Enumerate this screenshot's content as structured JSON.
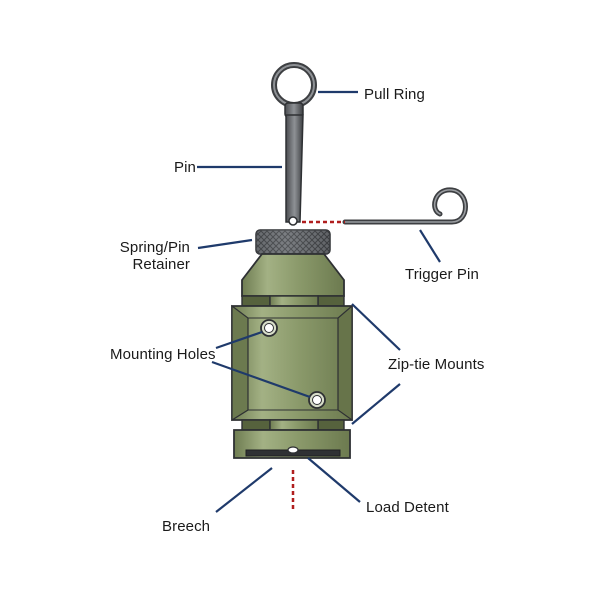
{
  "diagram": {
    "colors": {
      "body": "#8b9a6b",
      "body_shadow": "#6f7d52",
      "body_highlight": "#a9b78a",
      "metal": "#6b6e72",
      "metal_dark": "#3d3f42",
      "leader": "#1f3a6b",
      "dashed": "#b01e1e"
    },
    "labels": {
      "pull_ring": "Pull Ring",
      "pin": "Pin",
      "spring_pin_retainer_line1": "Spring/Pin",
      "spring_pin_retainer_line2": "Retainer",
      "trigger_pin": "Trigger Pin",
      "mounting_holes": "Mounting Holes",
      "zip_tie_mounts": "Zip-tie Mounts",
      "breech": "Breech",
      "load_detent": "Load Detent"
    }
  }
}
